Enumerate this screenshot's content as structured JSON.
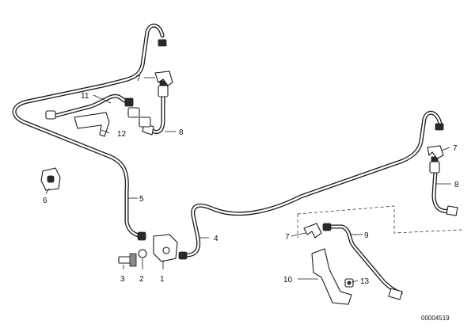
{
  "callouts": {
    "c1": "1",
    "c2": "2",
    "c3": "3",
    "c4": "4",
    "c5": "5",
    "c6": "6",
    "c7a": "7",
    "c7b": "7",
    "c7c": "7",
    "c8a": "8",
    "c8b": "8",
    "c9": "9",
    "c10": "10",
    "c11": "11",
    "c12": "12",
    "c13": "13"
  },
  "drawing_number": "00004519"
}
